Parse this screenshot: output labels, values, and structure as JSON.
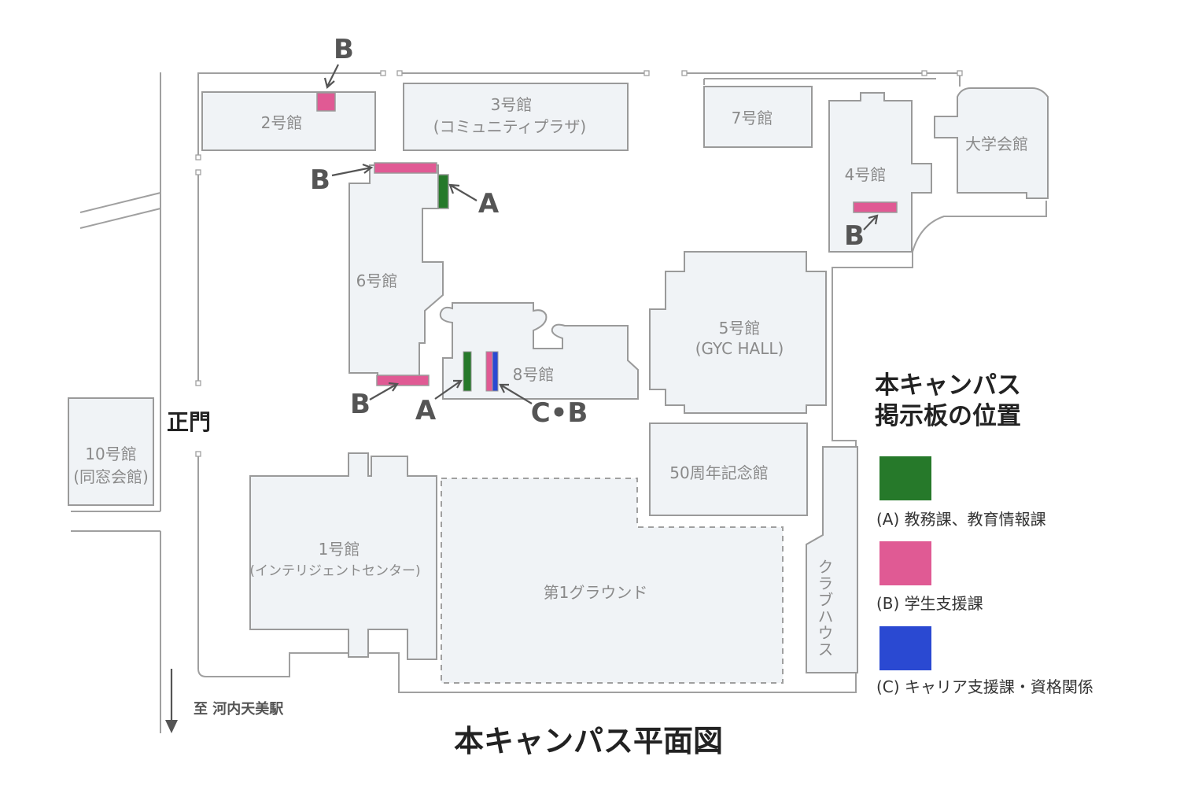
{
  "colors": {
    "A": "#26792a",
    "B": "#e05a94",
    "C": "#2a49d2",
    "building_fill": "#f0f3f6",
    "outline": "#9a9a9a"
  },
  "buildings": {
    "b2": "2号館",
    "b3_line1": "3号館",
    "b3_line2": "(コミュニティプラザ)",
    "b7": "7号館",
    "b4": "4号館",
    "daigakukaikan": "大学会館",
    "b6": "6号館",
    "b8": "8号館",
    "b5_line1": "5号館",
    "b5_line2": "(GYC HALL)",
    "b10_line1": "10号館",
    "b10_line2": "(同窓会館)",
    "b50": "50周年記念館",
    "b1_line1": "1号館",
    "b1_line2": "(インテリジェントセンター)",
    "ground": "第1グラウンド",
    "clubhouse": "クラブハウス"
  },
  "markers": {
    "b2_top": "B",
    "b6_top": "B",
    "b6_right": "A",
    "b4": "B",
    "b6_bottom": "B",
    "b8_left": "A",
    "b8_right": "C•B"
  },
  "gate": "正門",
  "station": "至 河内天美駅",
  "title": "本キャンパス平面図",
  "legend": {
    "title_line1": "本キャンパス",
    "title_line2": "掲示板の位置",
    "items": [
      {
        "key": "A",
        "label": "(A) 教務課、教育情報課"
      },
      {
        "key": "B",
        "label": "(B) 学生支援課"
      },
      {
        "key": "C",
        "label": "(C) キャリア支援課・資格関係"
      }
    ]
  }
}
